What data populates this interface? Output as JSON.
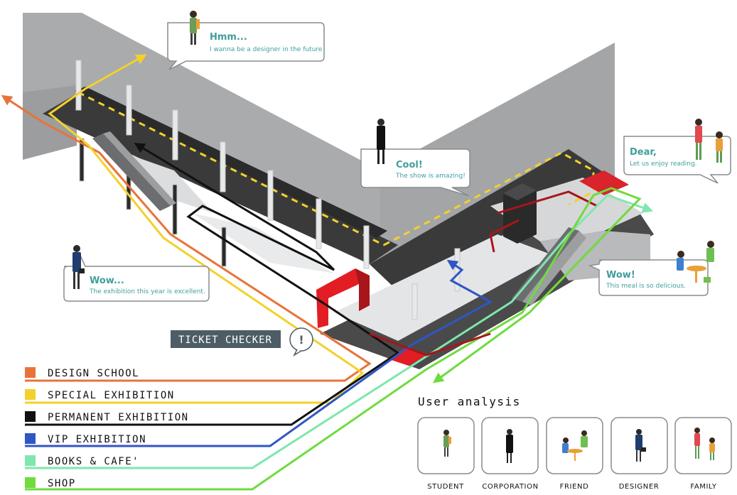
{
  "colors": {
    "design_school": "#e8733a",
    "special_exhibition": "#f2d12c",
    "permanent_exhibition": "#111111",
    "vip_exhibition": "#2f56c4",
    "books_cafe": "#7fe7ae",
    "shop": "#6fdb3f",
    "wall": "#a9abad",
    "floor": "#3a3a3a",
    "accent_red": "#e21d24",
    "bubble_text": "#3f9e9c"
  },
  "legend": [
    {
      "key": "design_school",
      "label": "DESIGN SCHOOL"
    },
    {
      "key": "special_exhibition",
      "label": "SPECIAL EXHIBITION"
    },
    {
      "key": "permanent_exhibition",
      "label": "PERMANENT EXHIBITION"
    },
    {
      "key": "vip_exhibition",
      "label": "VIP EXHIBITION"
    },
    {
      "key": "books_cafe",
      "label": "BOOKS & CAFE'"
    },
    {
      "key": "shop",
      "label": "SHOP"
    }
  ],
  "bubbles": [
    {
      "id": "student",
      "head": "Hmm...",
      "sub": "I wanna be a designer in the future"
    },
    {
      "id": "corporation",
      "head": "Cool!",
      "sub": "The show is amazing!"
    },
    {
      "id": "family",
      "head": "Dear,",
      "sub": "Let us enjoy reading."
    },
    {
      "id": "designer",
      "head": "Wow...",
      "sub": "The exhibition this year is excellent."
    },
    {
      "id": "friend",
      "head": "Wow!",
      "sub": "This meal is so delicious."
    }
  ],
  "ticket_checker": {
    "label": "TICKET CHECKER",
    "mark": "!"
  },
  "user_analysis": {
    "title": "User analysis",
    "cards": [
      {
        "id": "student",
        "label": "STUDENT"
      },
      {
        "id": "corporation",
        "label": "CORPORATION"
      },
      {
        "id": "friend",
        "label": "FRIEND"
      },
      {
        "id": "designer",
        "label": "DESIGNER"
      },
      {
        "id": "family",
        "label": "FAMILY"
      }
    ]
  }
}
